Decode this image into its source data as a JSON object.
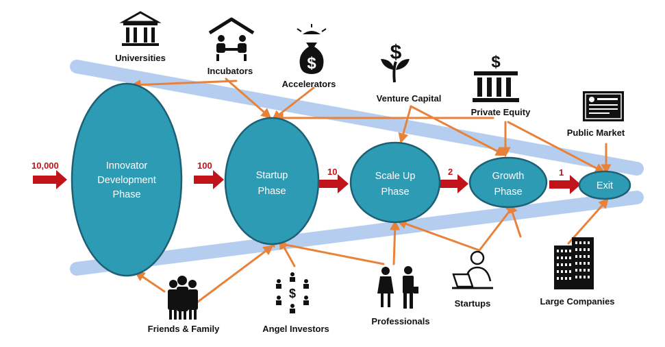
{
  "phases": {
    "innovator": [
      "Innovator",
      "Development",
      "Phase"
    ],
    "startup": [
      "Startup",
      "Phase"
    ],
    "scaleup": [
      "Scale Up",
      "Phase"
    ],
    "growth": [
      "Growth",
      "Phase"
    ],
    "exit": [
      "Exit"
    ]
  },
  "counts": {
    "c1": "10,000",
    "c2": "100",
    "c3": "10",
    "c4": "2",
    "c5": "1"
  },
  "sources": {
    "universities": "Universities",
    "incubators": "Incubators",
    "accelerators": "Accelerators",
    "venture_capital": "Venture Capital",
    "private_equity": "Private Equity",
    "public_market": "Public Market",
    "friends_family": "Friends & Family",
    "angel_investors": "Angel Investors",
    "professionals": "Professionals",
    "startups": "Startups",
    "large_companies": "Large Companies"
  },
  "icons": {
    "universities": "bank-building-icon",
    "incubators": "meeting-under-roof-icon",
    "accelerators": "money-bag-icon",
    "venture_capital": "dollar-plant-icon",
    "private_equity": "dollar-bank-icon",
    "public_market": "stock-certificate-icon",
    "friends_family": "people-group-icon",
    "angel_investors": "investors-dollar-icon",
    "professionals": "business-people-icon",
    "startups": "person-at-laptop-icon",
    "large_companies": "office-towers-icon"
  },
  "colors": {
    "phase_fill": "#2e9bb5",
    "phase_stroke": "#1d5f73",
    "connector": "#e8823a",
    "flow_arrow": "#c0141a",
    "band": "#a8c6ec",
    "icon": "#111111"
  }
}
